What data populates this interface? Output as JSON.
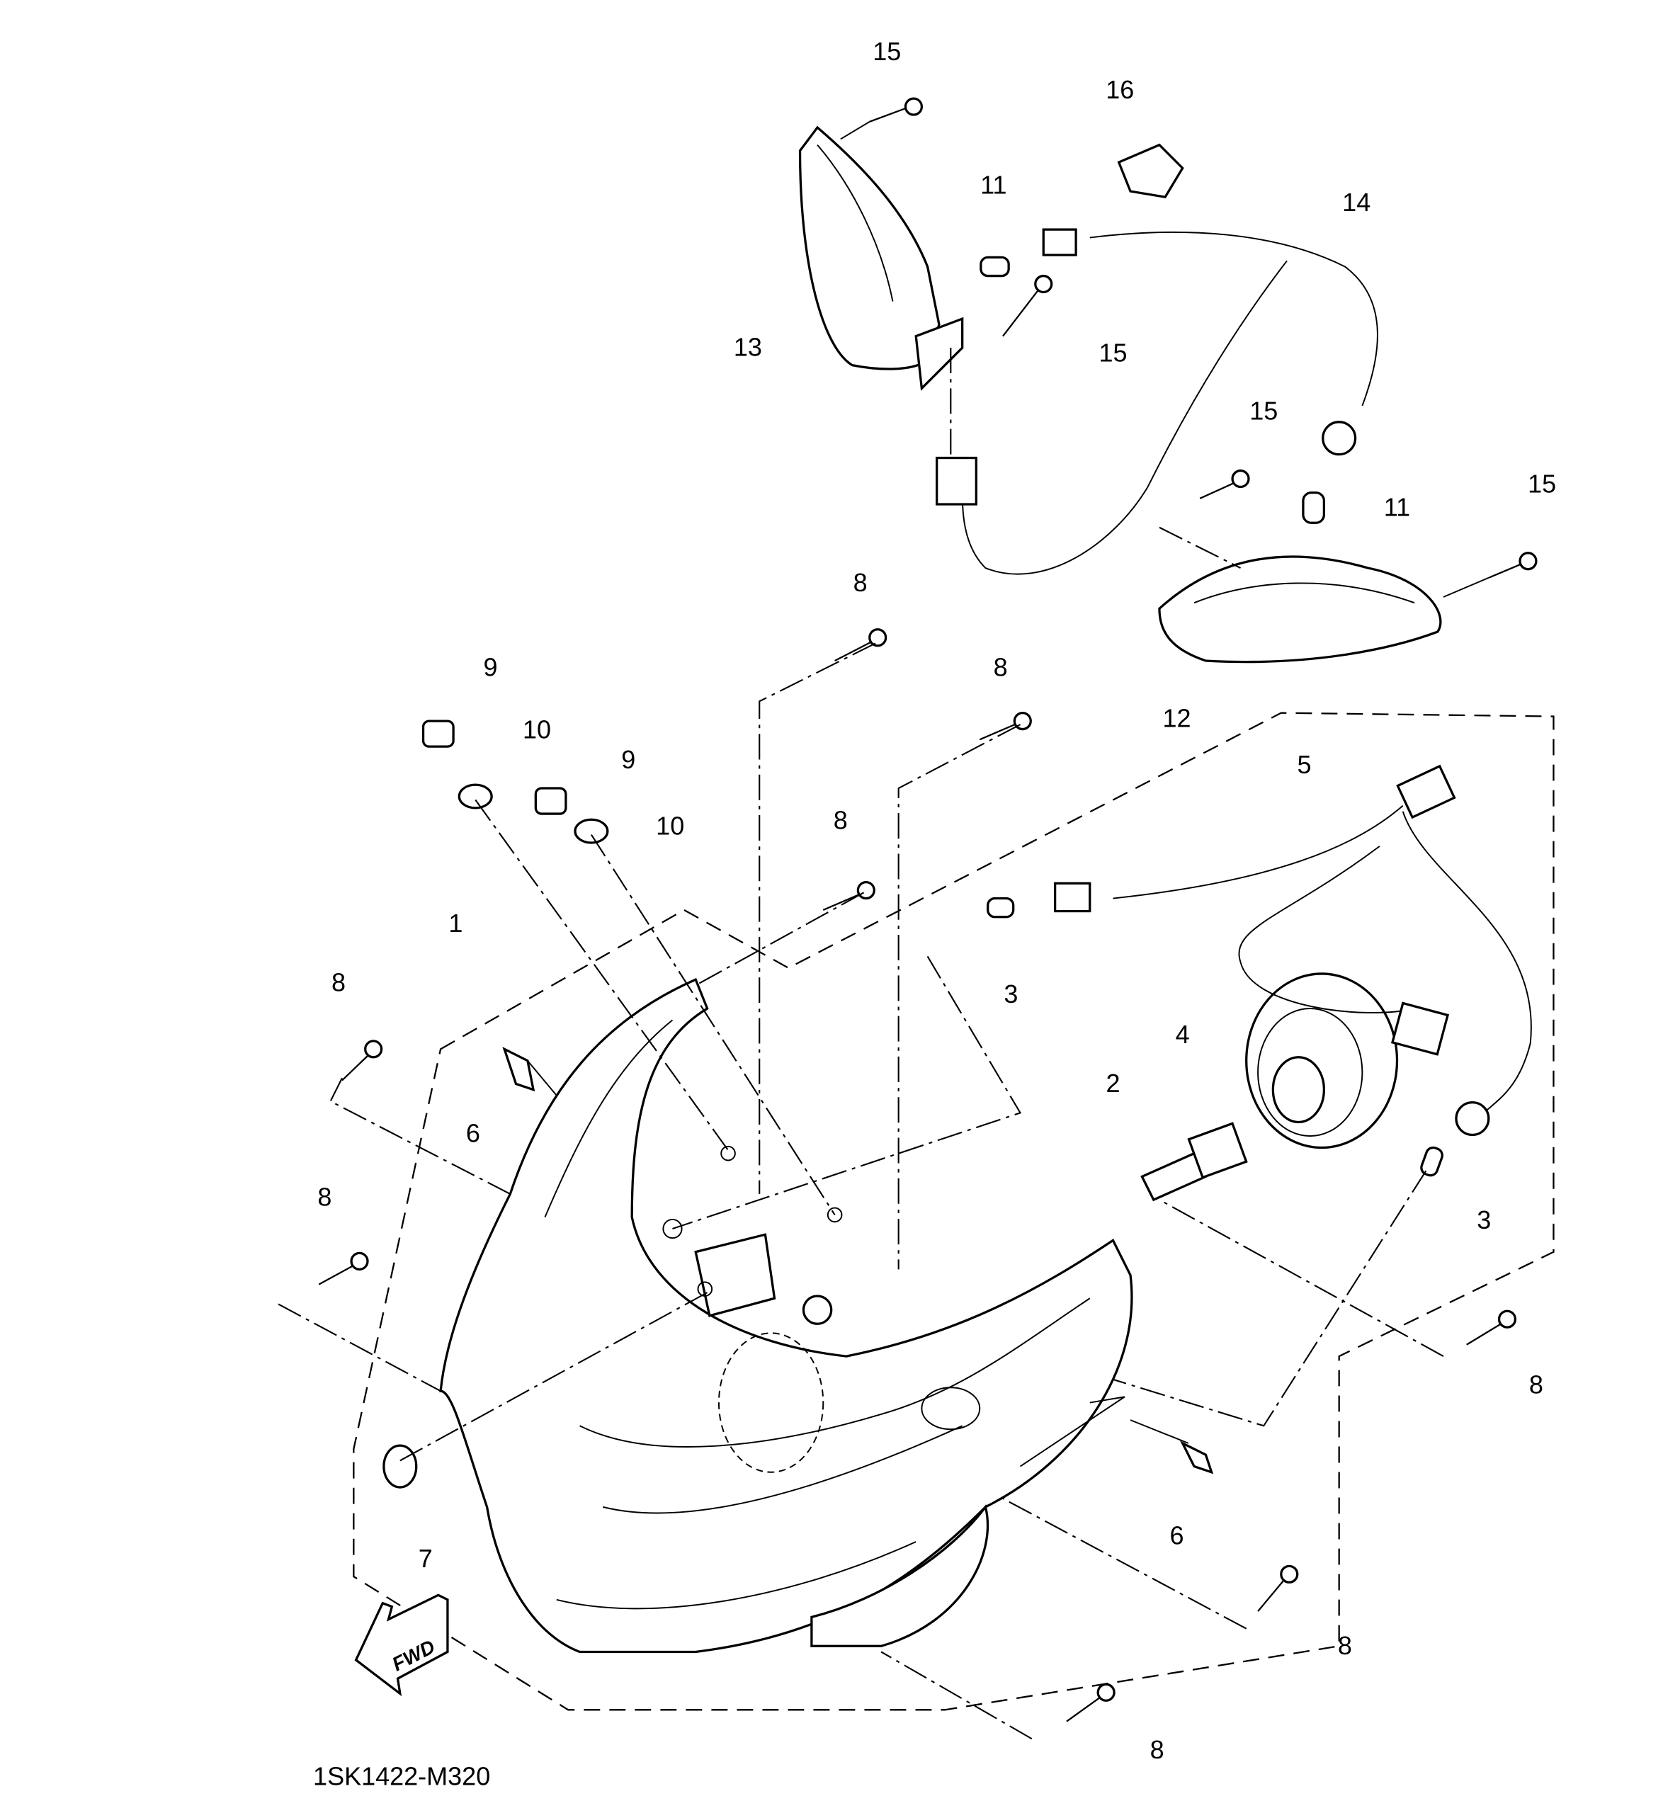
{
  "diagram": {
    "title_code": "1SK1422-M320",
    "direction_label": "FWD",
    "callouts": [
      "15",
      "16",
      "11",
      "14",
      "13",
      "15",
      "15",
      "11",
      "15",
      "8",
      "12",
      "9",
      "8",
      "10",
      "9",
      "5",
      "10",
      "8",
      "1",
      "8",
      "3",
      "4",
      "6",
      "2",
      "8",
      "3",
      "8",
      "7",
      "6",
      "8",
      "8"
    ]
  }
}
